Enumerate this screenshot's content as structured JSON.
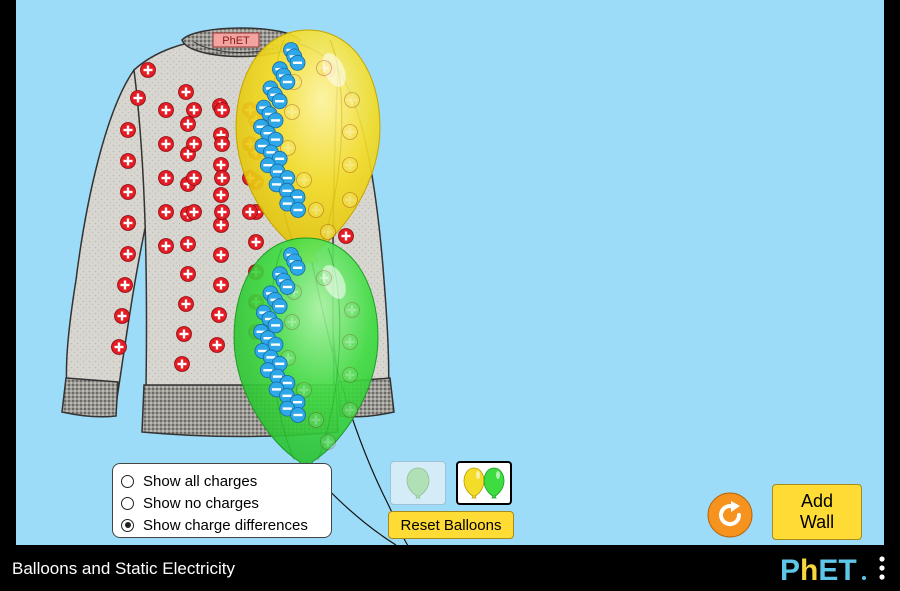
{
  "sweater": {
    "label": "PhET"
  },
  "charge_display": {
    "options": [
      {
        "label": "Show all charges",
        "selected": false
      },
      {
        "label": "Show no charges",
        "selected": false
      },
      {
        "label": "Show charge differences",
        "selected": true
      }
    ]
  },
  "balloon_buttons": {
    "one_balloon_icon": "single-green-balloon-icon",
    "two_balloons_icon": "yellow-and-green-balloons-icon",
    "reset_label": "Reset Balloons"
  },
  "controls": {
    "reset_all_icon": "reset-arrow-icon",
    "add_wall_label": "Add\nWall"
  },
  "navbar": {
    "title": "Balloons and Static Electricity",
    "logo": "PhET",
    "menu_icon": "vertical-ellipsis-icon"
  },
  "colors": {
    "background": "#9ddcf8",
    "yellow_balloon": "#f3dd28",
    "green_balloon": "#3ddc40",
    "positive_charge": "#e61c24",
    "negative_charge": "#2ea8e8",
    "button_yellow": "#fedb35",
    "reset_orange": "#f6931e"
  },
  "scene": {
    "sweater_positive_charge_count": 56,
    "yellow_balloon_negative_charge_count": 26,
    "green_balloon_negative_charge_count": 26
  }
}
